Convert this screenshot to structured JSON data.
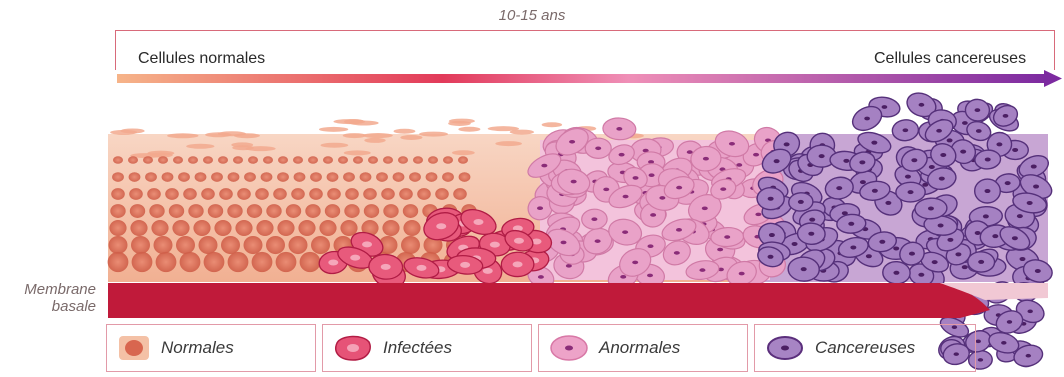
{
  "header": {
    "duration": "10-15 ans",
    "label_normal": "Cellules normales",
    "label_cancer": "Cellules cancereuses"
  },
  "membrane": {
    "label_line1": "Membrane",
    "label_line2": "basale"
  },
  "legend": [
    {
      "label": "Normales",
      "icon": "normal-cell-icon"
    },
    {
      "label": "Infectées",
      "icon": "infected-cell-icon"
    },
    {
      "label": "Anormales",
      "icon": "abnormal-cell-icon"
    },
    {
      "label": "Cancereuses",
      "icon": "cancer-cell-icon"
    }
  ],
  "colors": {
    "normal_tissue": "#f2b99a",
    "normal_cell": "#d86a5a",
    "infected": "#dc3f63",
    "abnormal": "#e9a2c8",
    "cancer": "#9b72b6",
    "membrane": "#c01a3a",
    "arrow_start": "#f4a880",
    "arrow_end": "#8a2ba0"
  }
}
